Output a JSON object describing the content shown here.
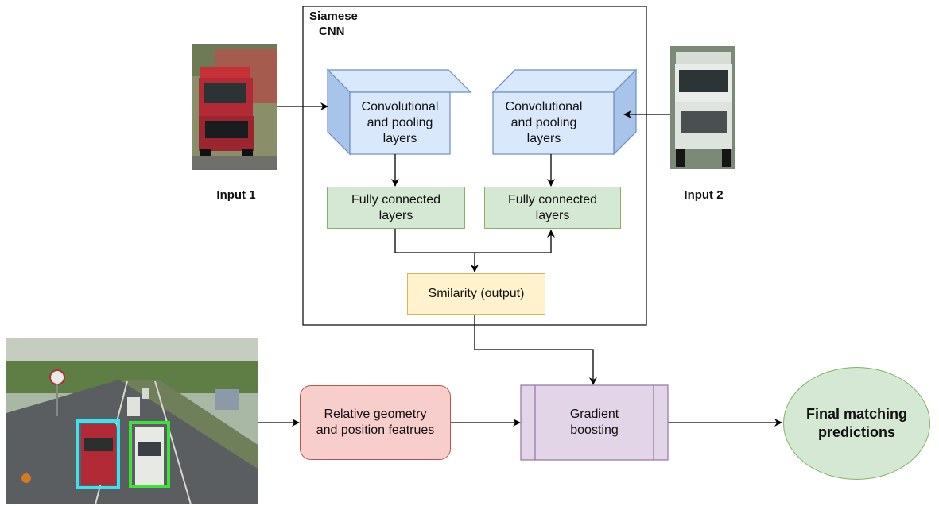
{
  "siamese": {
    "title_line1": "Siamese",
    "title_line2": "CNN"
  },
  "input1": {
    "label": "Input 1"
  },
  "input2": {
    "label": "Input 2"
  },
  "conv_left": {
    "line1": "Convolutional",
    "line2": "and pooling",
    "line3": "layers"
  },
  "conv_right": {
    "line1": "Convolutional",
    "line2": "and pooling",
    "line3": "layers"
  },
  "fc_left": {
    "line1": "Fully connected",
    "line2": "layers"
  },
  "fc_right": {
    "line1": "Fully connected",
    "line2": "layers"
  },
  "similarity": {
    "label": "Smilarity (output)"
  },
  "geometry": {
    "line1": "Relative geometry",
    "line2": "and position featrues"
  },
  "boosting": {
    "line1": "Gradient",
    "line2": "boosting"
  },
  "final": {
    "line1": "Final matching",
    "line2": "predictions"
  },
  "colors": {
    "cube_front": "#dae8fc",
    "cube_side": "#a9c4eb",
    "cube_stroke": "#6c8ebf",
    "truck_red": "#b22a35",
    "truck_white": "#e9ece8",
    "bbox_cyan": "#3fe0f0",
    "bbox_green": "#3ee03a"
  },
  "icons": {
    "input1_image": "red-truck-photo",
    "input2_image": "white-truck-photo",
    "scene_image": "highway-scene-photo"
  }
}
